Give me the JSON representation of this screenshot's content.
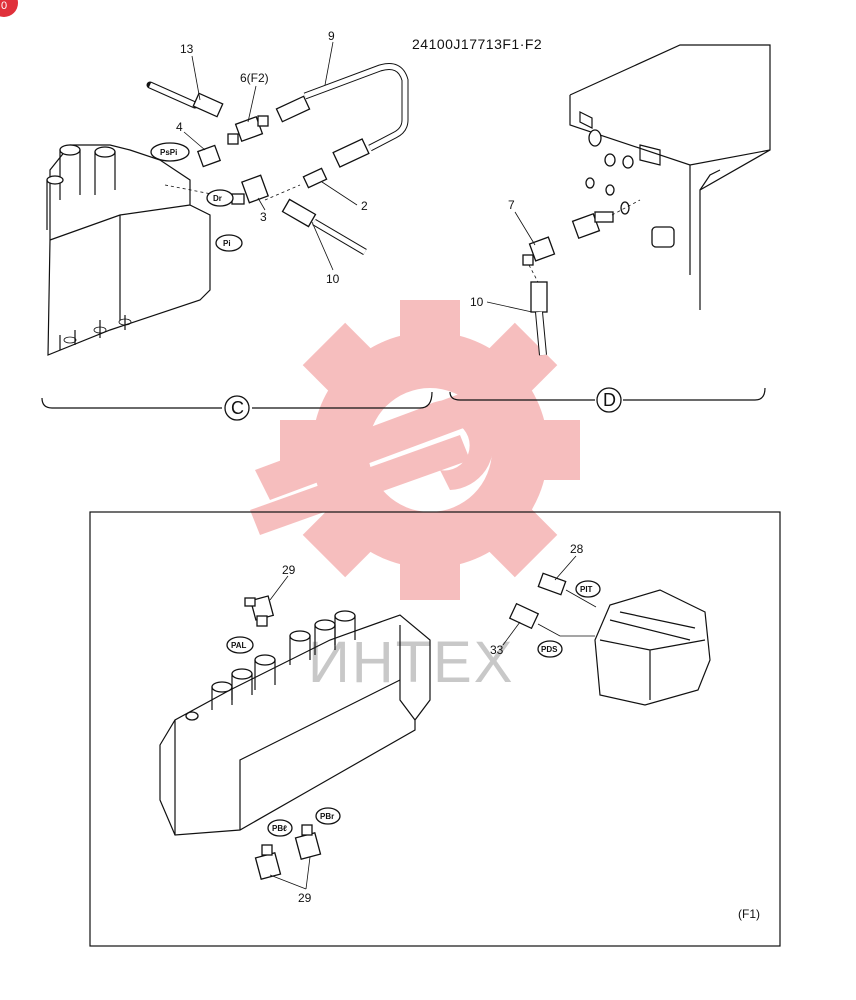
{
  "drawing_ref": "24100J17713F1·F2",
  "views": {
    "c": {
      "marker": "C"
    },
    "d": {
      "marker": "D"
    },
    "f1": {
      "tag": "(F1)"
    }
  },
  "callouts": {
    "c13": "13",
    "c9": "9",
    "c6": "6(F2)",
    "c4": "4",
    "c2": "2",
    "c3": "3",
    "c10": "10",
    "d7": "7",
    "d10": "10",
    "f29a": "29",
    "f28": "28",
    "f33": "33",
    "f29b": "29"
  },
  "port_tags": {
    "pspi": "PsPi",
    "dr": "Dr",
    "pi": "Pi",
    "pal": "PAL",
    "pit": "PIT",
    "pds": "PDS",
    "pbl": "PBℓ",
    "pbr": "PBr"
  },
  "watermark": {
    "text": "ИНТЕХ",
    "color": "#f08a8a"
  },
  "corner_badge": {
    "text": "0",
    "color": "#e0303a"
  }
}
